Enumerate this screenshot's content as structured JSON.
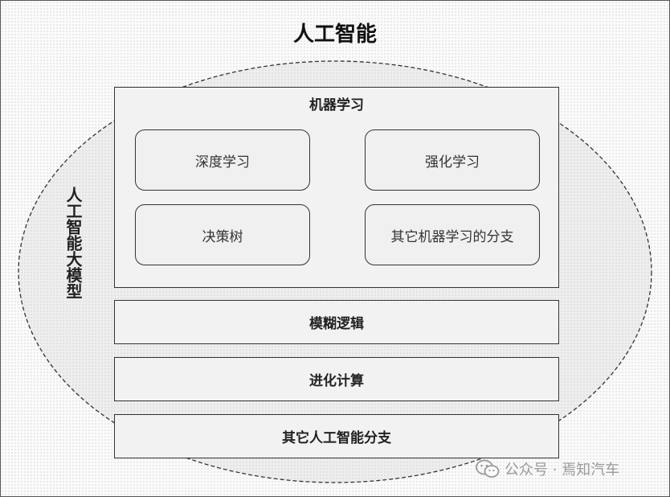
{
  "title": "人工智能",
  "big_model_label": "人工智能大模型",
  "machine_learning": {
    "title": "机器学习",
    "items": [
      "深度学习",
      "强化学习",
      "决策树",
      "其它机器学习的分支"
    ]
  },
  "rows": [
    "模糊逻辑",
    "进化计算",
    "其它人工智能分支"
  ],
  "watermark": {
    "icon": "wechat-icon",
    "text": "公众号 · 焉知汽车"
  }
}
